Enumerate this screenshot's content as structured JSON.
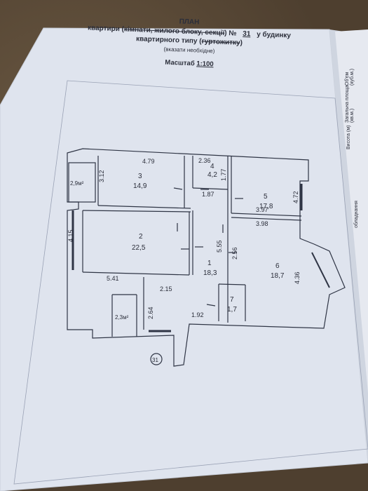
{
  "header": {
    "title": "ПЛАН",
    "line1_prefix": "квартири (",
    "line1_struck": "кімнати, жилого блоку, секції",
    "line1_suffix": ") №",
    "apt_number": "31",
    "line1_end": "у будинку",
    "line2_prefix": "квартирного типу (",
    "line2_struck": "гуртожитку",
    "line2_suffix": ")",
    "note": "(вказати необхідне)",
    "scale_label": "Масштаб",
    "scale_value": "1:100"
  },
  "side_table": {
    "col1": "Об'єм (куб.м.)",
    "col2": "Загальна площа (кв.м.)",
    "col3": "Висота (м)",
    "col4": "обладнання"
  },
  "rooms": [
    {
      "num": "1",
      "area": "18,3"
    },
    {
      "num": "2",
      "area": "22,5"
    },
    {
      "num": "3",
      "area": "14,9"
    },
    {
      "num": "4",
      "area": "4,2"
    },
    {
      "num": "5",
      "area": "17,8"
    },
    {
      "num": "6",
      "area": "18,7"
    },
    {
      "num": "7",
      "area": "1,7"
    }
  ],
  "balconies": {
    "left": "2,9м²",
    "bottom": "2,3м²"
  },
  "dims": {
    "d479": "4.79",
    "d236": "2.36",
    "d312": "3.12",
    "d177": "1.77",
    "d187": "1.87",
    "d472": "4.72",
    "d555": "5.55",
    "d415": "4.15",
    "d397": "3.97",
    "d398": "3.98",
    "d256": "2.56",
    "d436": "4.36",
    "d541": "5.41",
    "d215": "2.15",
    "d264": "2.64",
    "d192": "1.92"
  },
  "entrance_mark": "31"
}
